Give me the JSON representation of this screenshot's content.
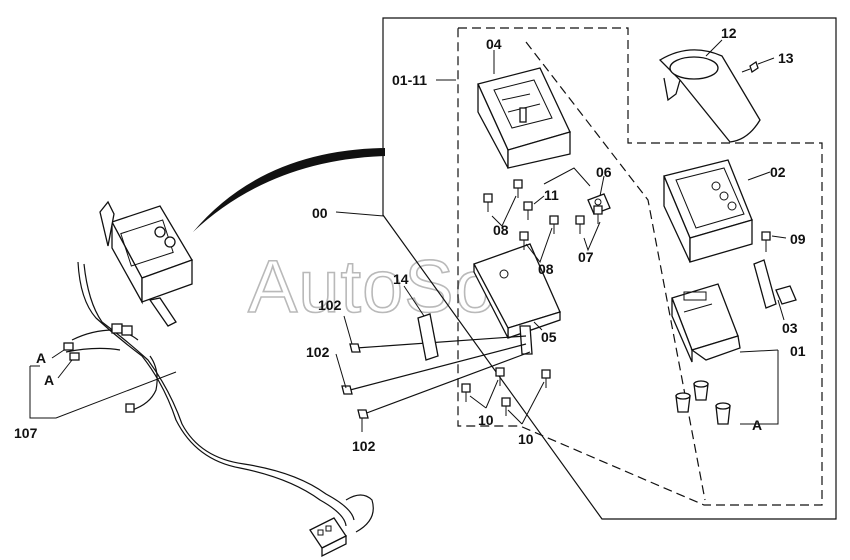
{
  "watermark": "AutoSoft",
  "labels": {
    "l04": "04",
    "l0111": "01-11",
    "l12": "12",
    "l13": "13",
    "l02": "02",
    "l06": "06",
    "l11": "11",
    "l08a": "08",
    "l08b": "08",
    "l07": "07",
    "l09": "09",
    "l00": "00",
    "l14": "14",
    "l102a": "102",
    "l05": "05",
    "l03": "03",
    "l01": "01",
    "l102b": "102",
    "l10a": "10",
    "l10b": "10",
    "l102c": "102",
    "lA1": "A",
    "lA2": "A",
    "lA3": "A",
    "l107": "107"
  }
}
